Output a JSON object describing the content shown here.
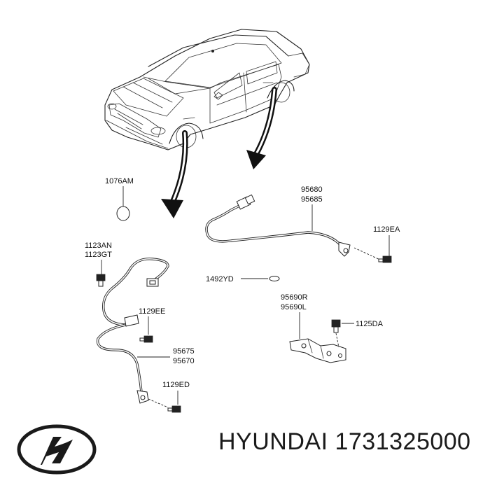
{
  "diagram": {
    "labels": {
      "l1076AM": "1076AM",
      "l95680": "95680",
      "l95685": "95685",
      "l1129EA": "1129EA",
      "l1123AN": "1123AN",
      "l1123GT": "1123GT",
      "l1492YD": "1492YD",
      "l95690R": "95690R",
      "l95690L": "95690L",
      "l1129EE": "1129EE",
      "l1125DA": "1125DA",
      "l95675": "95675",
      "l95670": "95670",
      "l1129ED": "1129ED"
    }
  },
  "footer": {
    "brand": "HYUNDAI",
    "part_number": "1731325000",
    "logo_icon": "hyundai-logo-icon"
  }
}
